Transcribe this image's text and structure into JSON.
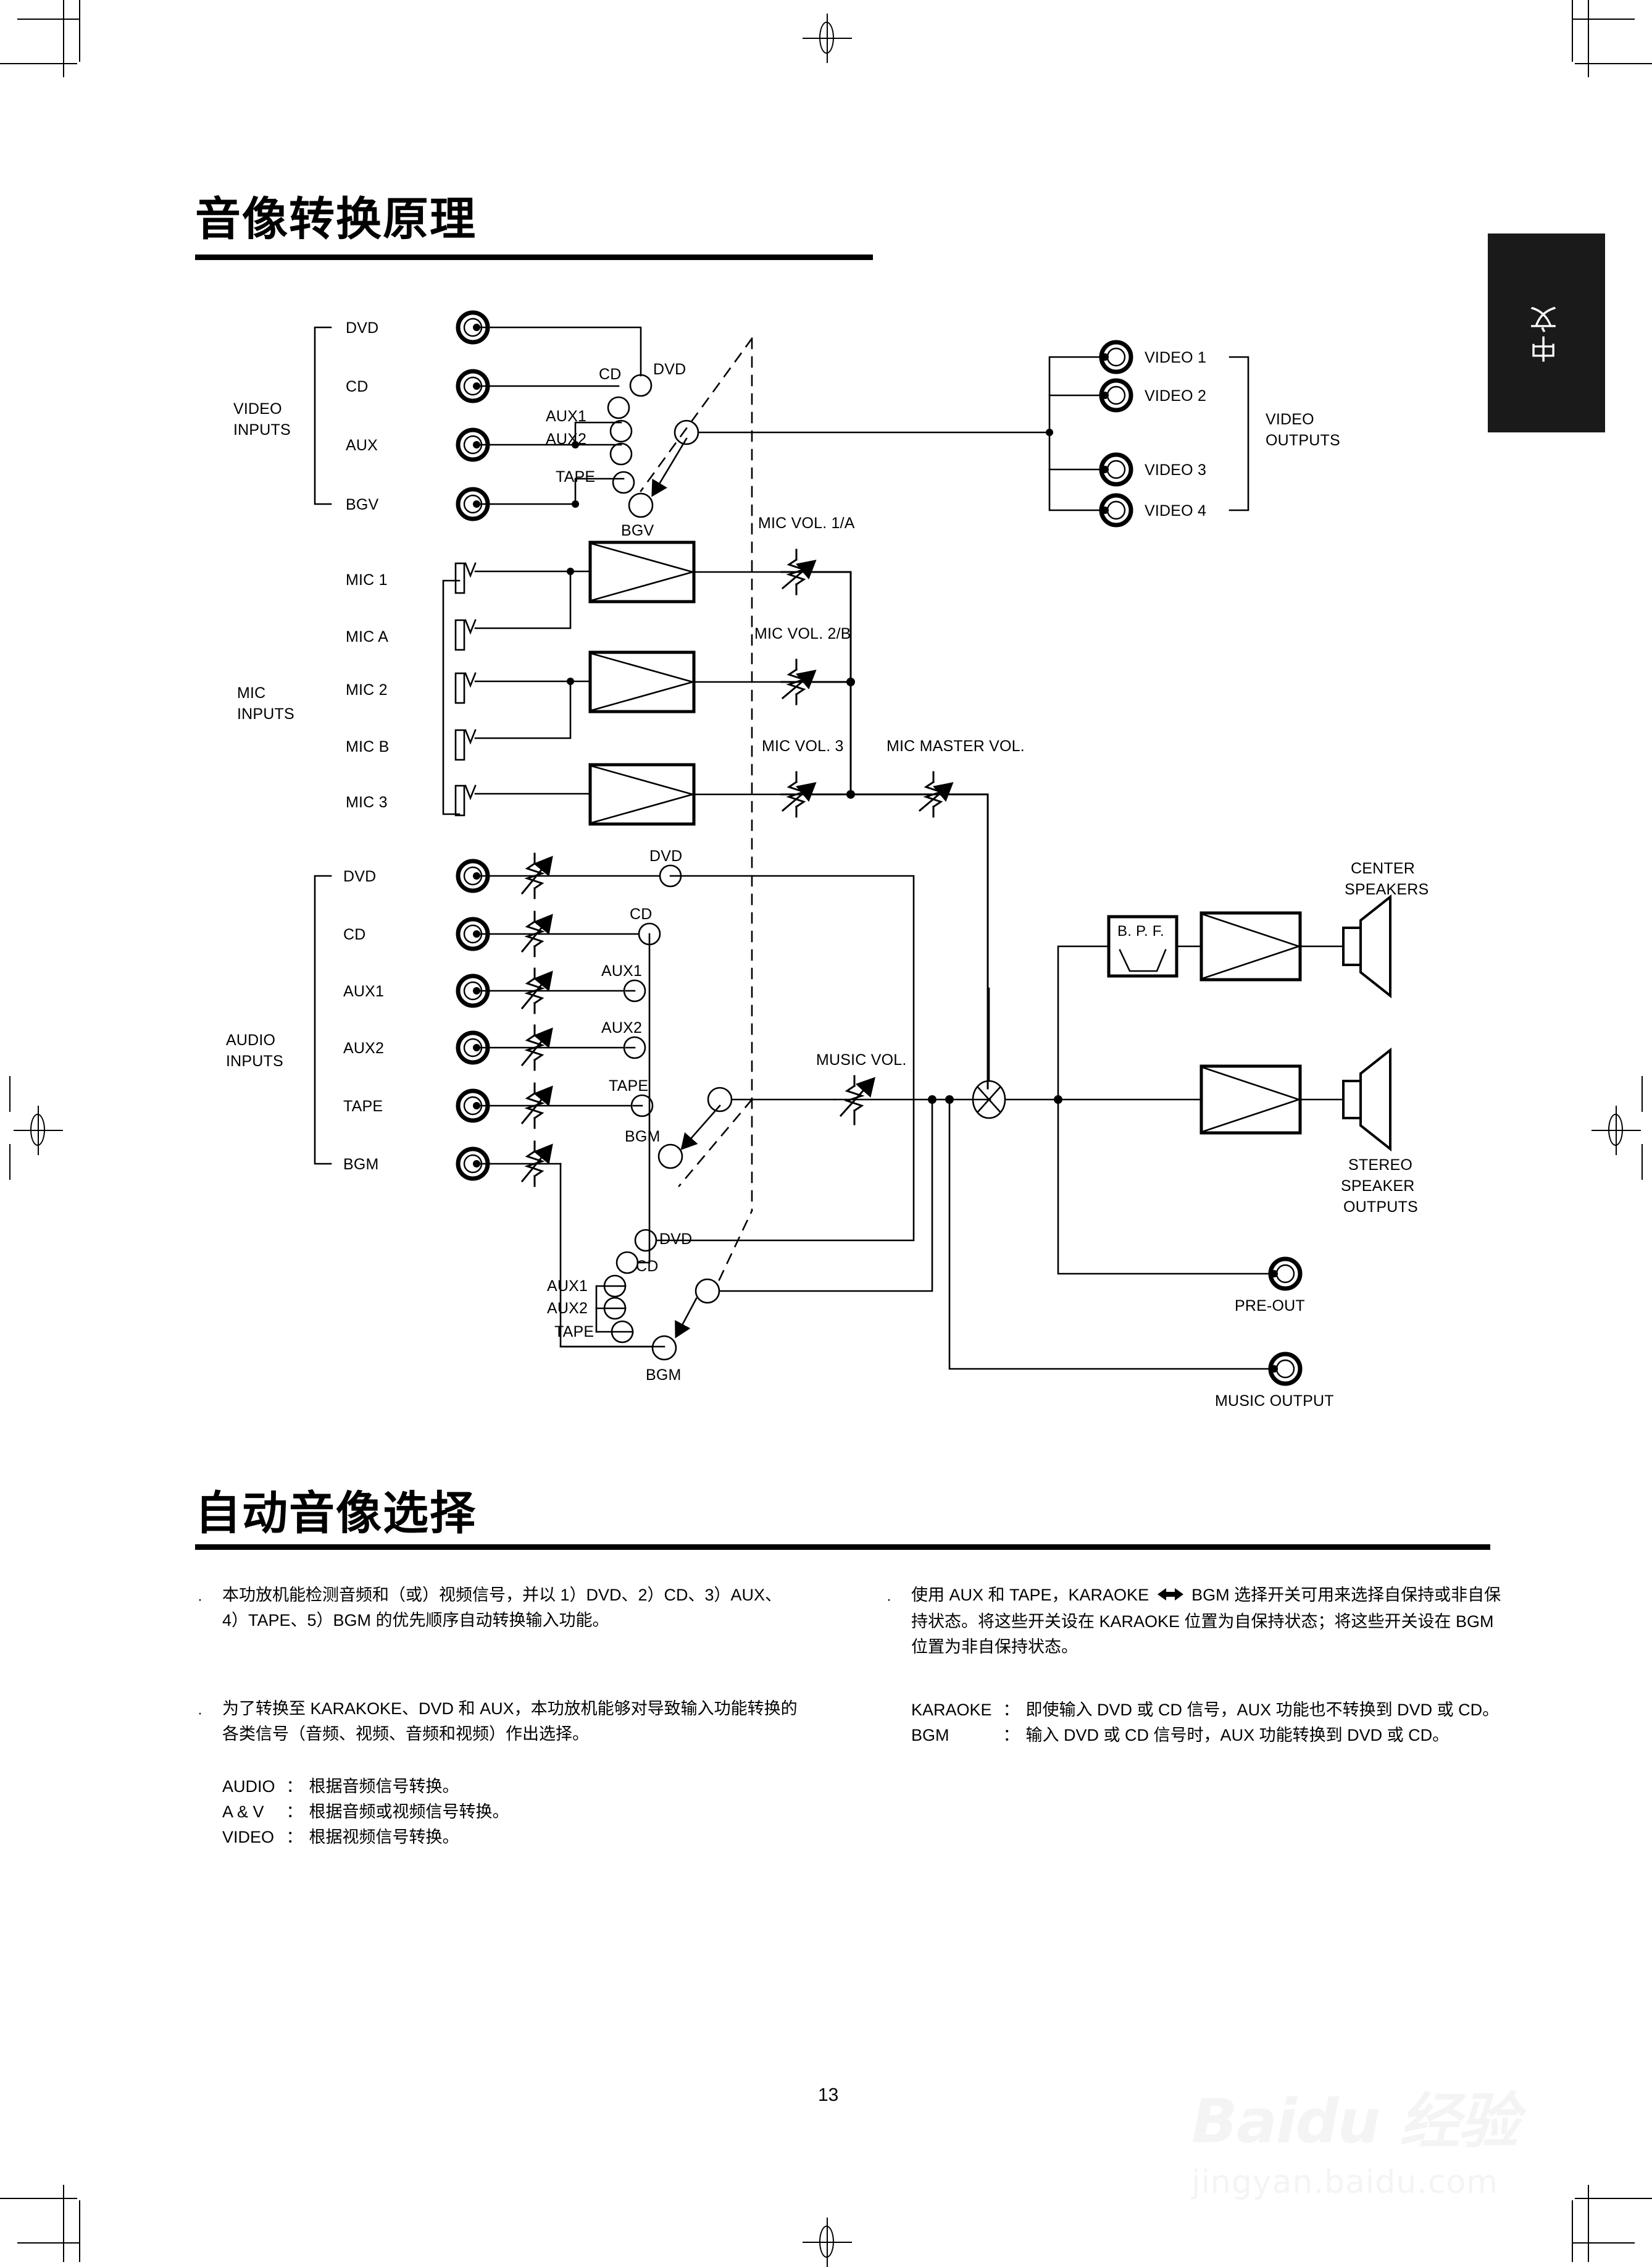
{
  "page": {
    "number": "13",
    "side_tab": "中文"
  },
  "sections": [
    {
      "title": "音像转换原理"
    },
    {
      "title": "自动音像选择"
    }
  ],
  "diagram": {
    "groups": {
      "video_inputs": "VIDEO\nINPUTS",
      "video_inputs_l1": "VIDEO",
      "video_inputs_l2": "INPUTS",
      "mic_inputs_l1": "MIC",
      "mic_inputs_l2": "INPUTS",
      "audio_inputs_l1": "AUDIO",
      "audio_inputs_l2": "INPUTS",
      "video_outputs_l1": "VIDEO",
      "video_outputs_l2": "OUTPUTS",
      "center_speakers_l1": "CENTER",
      "center_speakers_l2": "SPEAKERS",
      "stereo_outputs_l1": "STEREO",
      "stereo_outputs_l2": "SPEAKER",
      "stereo_outputs_l3": "OUTPUTS"
    },
    "video_input_jacks": [
      "DVD",
      "CD",
      "AUX",
      "BGV"
    ],
    "video_switch_contacts": [
      "DVD",
      "CD",
      "AUX1",
      "AUX2",
      "TAPE"
    ],
    "video_switch_pole": "BGV",
    "video_output_jacks": [
      "VIDEO 1",
      "VIDEO 2",
      "VIDEO 3",
      "VIDEO 4"
    ],
    "mic_input_jacks": [
      "MIC 1",
      "MIC A",
      "MIC 2",
      "MIC B",
      "MIC 3"
    ],
    "mic_volumes": [
      "MIC VOL. 1/A",
      "MIC VOL. 2/B",
      "MIC VOL. 3"
    ],
    "mic_master_volume": "MIC MASTER VOL.",
    "audio_input_jacks": [
      "DVD",
      "CD",
      "AUX1",
      "AUX2",
      "TAPE",
      "BGM"
    ],
    "audio_switch_contacts": [
      "DVD",
      "CD",
      "AUX1",
      "AUX2",
      "TAPE"
    ],
    "audio_switch_pole": "BGM",
    "bgm_switch_contacts": [
      "DVD",
      "CD",
      "AUX1",
      "AUX2",
      "TAPE"
    ],
    "bgm_switch_pole": "BGM",
    "music_volume": "MUSIC VOL.",
    "bpf": "B. P. F.",
    "output_jacks": [
      "PRE-OUT",
      "MUSIC OUTPUT"
    ]
  },
  "auto_select": {
    "left_bullets": [
      {
        "text": "本功放机能检测音频和（或）视频信号，并以 1）DVD、2）CD、3）AUX、4）TAPE、5）BGM 的优先顺序自动转换输入功能。"
      },
      {
        "text": "为了转换至 KARAKOKE、DVD 和 AUX，本功放机能够对导致输入功能转换的各类信号（音频、视频、音频和视频）作出选择。",
        "defs": [
          {
            "key": "AUDIO",
            "sep": "：",
            "val": "根据音频信号转换。"
          },
          {
            "key": "A & V",
            "sep": "：",
            "val": "根据音频或视频信号转换。"
          },
          {
            "key": "VIDEO",
            "sep": "：",
            "val": "根据视频信号转换。"
          }
        ]
      }
    ],
    "right_bullets": [
      {
        "text_a": "使用 AUX 和 TAPE，KARAOKE ",
        "arrow": "◆▶",
        "text_b": " BGM 选择开关可用来选择自保持或非自保持状态。将这些开关设在 KARAOKE 位置为自保持状态；将这些开关设在 BGM 位置为非自保持状态。",
        "defs": [
          {
            "key": "KARAOKE",
            "sep": "：",
            "val": "即使输入 DVD 或 CD 信号，AUX 功能也不转换到 DVD 或 CD。"
          },
          {
            "key": "BGM",
            "sep": "：",
            "val": "输入 DVD 或 CD 信号时，AUX 功能转换到 DVD 或 CD。"
          }
        ]
      }
    ]
  },
  "watermark": {
    "line1": "Baidu 经验",
    "line2": "jingyan.baidu.com"
  }
}
